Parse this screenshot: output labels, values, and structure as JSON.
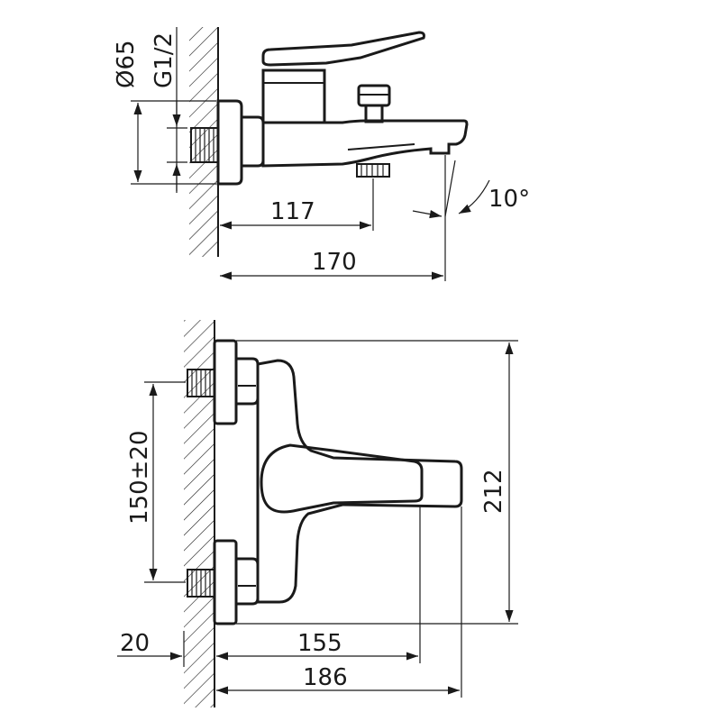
{
  "top_view": {
    "dim_diameter": "Ø65",
    "dim_thread": "G1/2",
    "dim_spout_length": "117",
    "dim_total_depth": "170",
    "dim_angle": "10°"
  },
  "front_view": {
    "dim_inlet_spacing": "150±20",
    "dim_height": "212",
    "dim_wall_offset": "20",
    "dim_handle_reach": "155",
    "dim_total_width": "186"
  },
  "colors": {
    "line": "#1a1a1a",
    "background": "#ffffff"
  }
}
